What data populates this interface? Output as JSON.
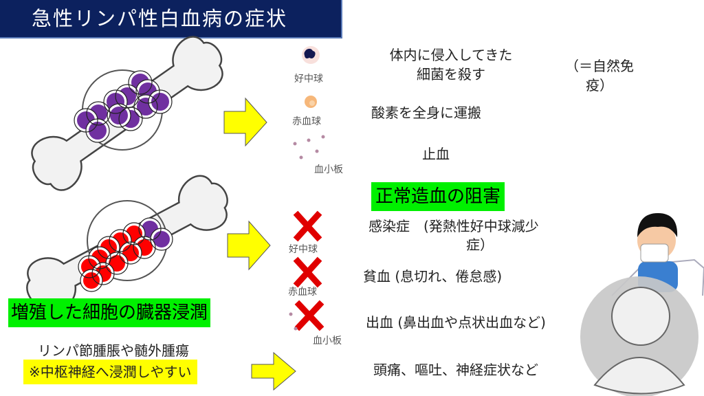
{
  "title": "急性リンパ性白血病の症状",
  "normal": {
    "cells": [
      {
        "label": "好中球",
        "function_lines": [
          "体内に侵入してきた",
          "細菌を殺す"
        ],
        "note_lines": [
          "（＝自然免",
          "疫）"
        ]
      },
      {
        "label": "赤血球",
        "function_lines": [
          "酸素を全身に運搬"
        ]
      },
      {
        "label": "血小板",
        "function_lines": [
          "止血"
        ]
      }
    ]
  },
  "disruption_heading": "正常造血の阻害",
  "impaired": [
    {
      "label": "好中球",
      "symptom_lines": [
        "感染症　(発熱性好中球減少",
        "症）"
      ]
    },
    {
      "label": "赤血球",
      "symptom_lines": [
        "貧血 (息切れ、倦怠感)"
      ]
    },
    {
      "label": "血小板",
      "symptom_lines": [
        "出血 (鼻出血や点状出血など)"
      ]
    }
  ],
  "infiltration": {
    "heading": "増殖した細胞の臓器浸潤",
    "detail": "リンパ節腫脹や髄外腫瘍",
    "cns_note": "※中枢神経へ浸潤しやすい",
    "cns_symptoms": "頭痛、嘔吐、神経症状など"
  },
  "colors": {
    "title_bg": "#0c215e",
    "highlight_green": "#00f000",
    "highlight_yellow": "#ffff00",
    "leukemic_cell": "#7030a0",
    "red_cell": "#ff0000"
  }
}
